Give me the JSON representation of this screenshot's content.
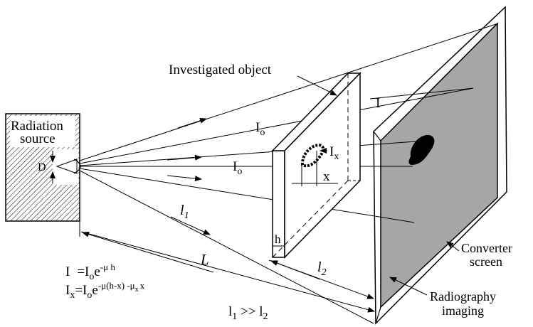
{
  "labels": {
    "radiation_line1": "Radiation",
    "radiation_line2": "source",
    "d": "D",
    "investigated_object": "Investigated object",
    "i": "I",
    "io_upper": "I",
    "io_upper_sub": "o",
    "io_middle": "I",
    "io_middle_sub": "o",
    "ix": "I",
    "ix_sub": "x",
    "x": "x",
    "h": "h",
    "l1": "l",
    "l1_sub": "1",
    "l2": "l",
    "l2_sub": "2",
    "big_l": "L",
    "converter_line1": "Converter",
    "converter_line2": "screen",
    "radiography_line1": "Radiography",
    "radiography_line2": "imaging"
  },
  "formulas": {
    "f1_lhs": "I",
    "f1_eq": "=I",
    "f1_o": "o",
    "f1_e": "e",
    "f1_exp": "-μ h",
    "f2_lhs": "I",
    "f2_lhs_sub": "x",
    "f2_eq": "=I",
    "f2_o": "o",
    "f2_e": "e",
    "f2_exp1": "-μ(h-x) -μ",
    "f2_exp_sub": "x",
    "f2_exp2": "x",
    "f3_l1": "l",
    "f3_l1_sub": "1",
    "f3_gt": " >> ",
    "f3_l2": "l",
    "f3_l2_sub": "2"
  },
  "colors": {
    "ink": "#000000",
    "screen_fill": "#a6a6a6",
    "paper": "#ffffff"
  }
}
